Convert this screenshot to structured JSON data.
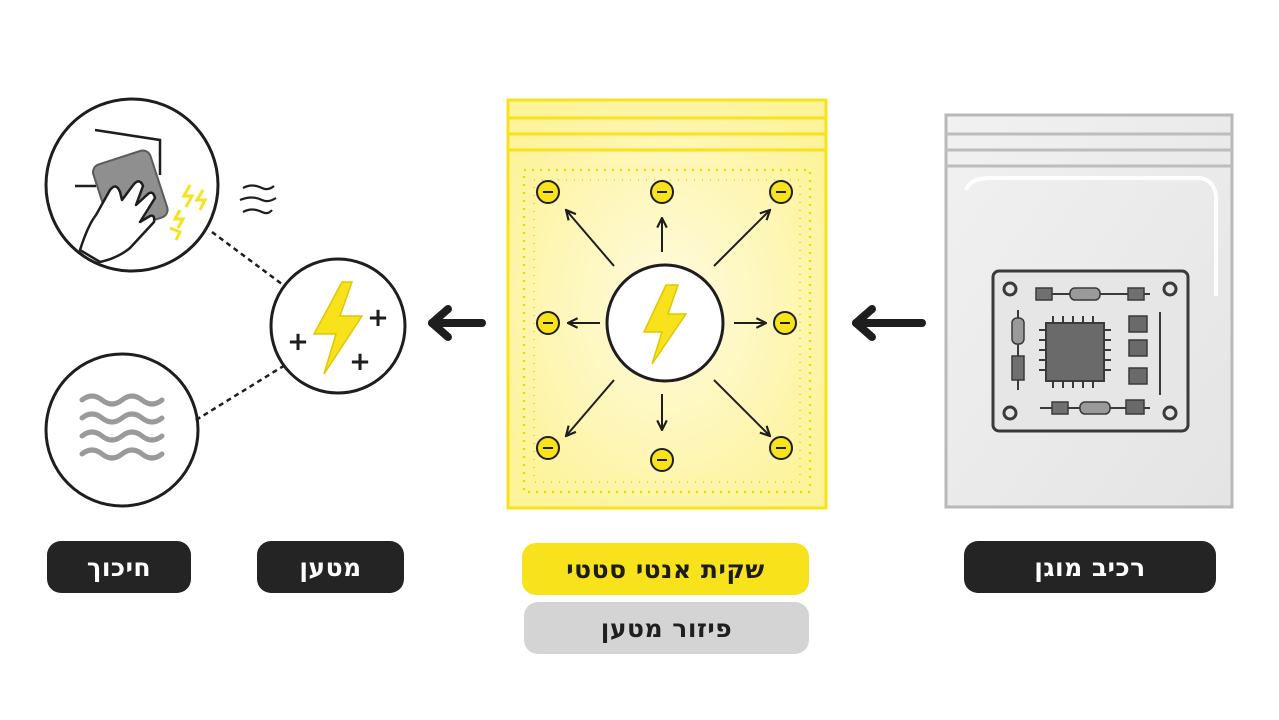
{
  "labels": {
    "friction": "חיכוך",
    "charge": "מטען",
    "antistatic_bag": "שקית אנטי סטטי",
    "charge_dispersion": "פיזור מטען",
    "protected_component": "רכיב מוגן"
  },
  "colors": {
    "accent_yellow": "#f7e21b",
    "dark": "#242424",
    "grey_pill": "#d4d4d4",
    "line": "#1e1e1e"
  },
  "icons": {
    "friction_circle": "hand-rubbing-cloth-icon",
    "moisture_circle": "waves-icon",
    "charge_circle": "lightning-plus-icon",
    "bag_center": "lightning-icon",
    "component": "circuit-board-icon"
  }
}
